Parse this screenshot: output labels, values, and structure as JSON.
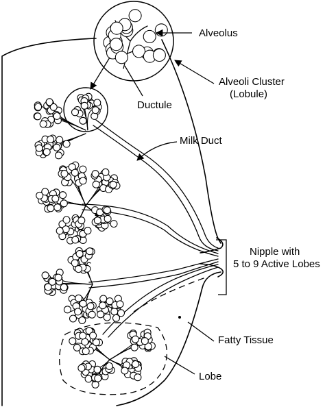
{
  "labels": {
    "alveolus": "Alveolus",
    "alveoli_cluster_line1": "Alveoli Cluster",
    "alveoli_cluster_line2": "(Lobule)",
    "ductule": "Ductule",
    "milk_duct": "Milk Duct",
    "nipple_line1": "Nipple with",
    "nipple_line2": "5 to 9 Active Lobes",
    "fatty_tissue": "Fatty Tissue",
    "lobe": "Lobe"
  },
  "colors": {
    "line": "#000000",
    "background": "#ffffff"
  }
}
